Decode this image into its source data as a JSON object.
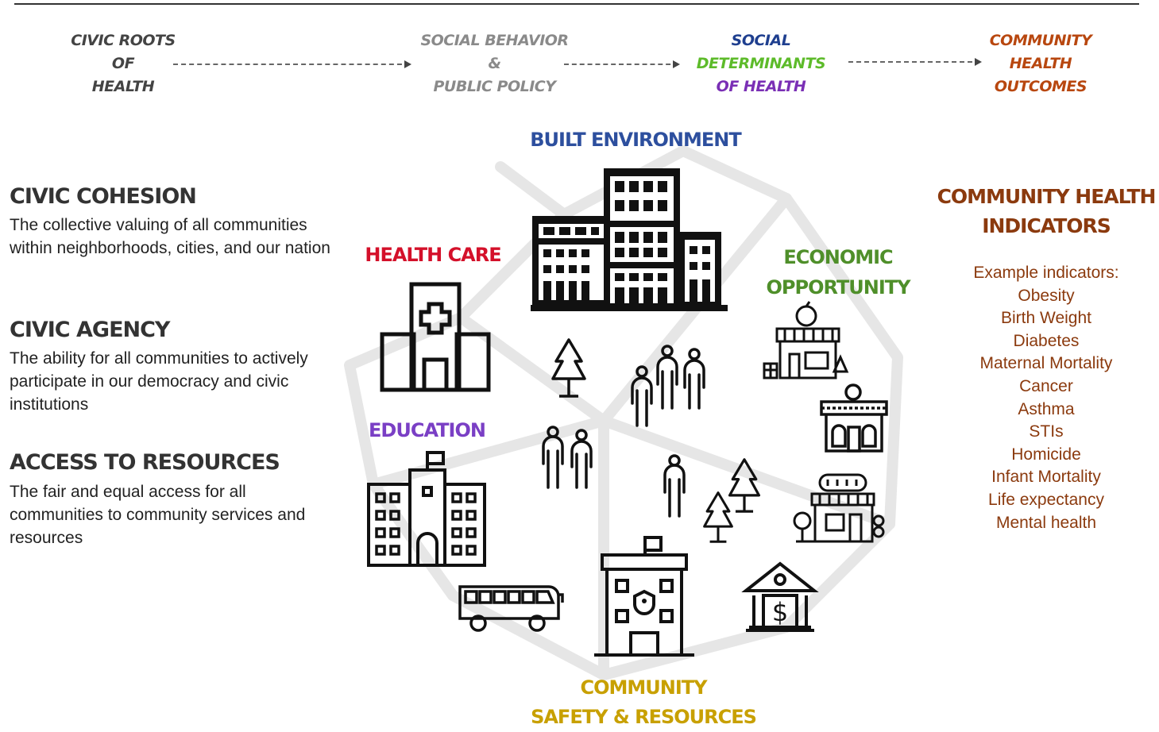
{
  "flow": {
    "civic_roots": [
      "CIVIC ROOTS",
      "OF",
      "HEALTH"
    ],
    "social_behavior": [
      "SOCIAL BEHAVIOR",
      "&",
      "PUBLIC POLICY"
    ],
    "social_determinants": [
      "SOCIAL",
      "DETERMINANTS",
      "OF HEALTH"
    ],
    "community_outcomes": [
      "COMMUNITY",
      "HEALTH",
      "OUTCOMES"
    ]
  },
  "left": {
    "civic_cohesion": {
      "title": "CIVIC COHESION",
      "desc": "The collective valuing of all communities within neighborhoods, cities, and our nation"
    },
    "civic_agency": {
      "title": "CIVIC AGENCY",
      "desc": "The ability for all communities to actively participate in our democracy and civic institutions"
    },
    "access": {
      "title": "ACCESS TO RESOURCES",
      "desc": "The fair and equal access for all communities to community services and resources"
    }
  },
  "categories": {
    "built_environment": "BUILT ENVIRONMENT",
    "health_care": "HEALTH CARE",
    "economic_opportunity": [
      "ECONOMIC",
      "OPPORTUNITY"
    ],
    "education": "EDUCATION",
    "community_safety": [
      "COMMUNITY",
      "SAFETY & RESOURCES"
    ]
  },
  "right": {
    "title": [
      "COMMUNITY HEALTH",
      "INDICATORS"
    ],
    "intro": "Example indicators:",
    "items": [
      "Obesity",
      "Birth Weight",
      "Diabetes",
      "Maternal Mortality",
      "Cancer",
      "Asthma",
      "STIs",
      "Homicide",
      "Infant Mortality",
      "Life expectancy",
      "Mental health"
    ]
  },
  "colors": {
    "civic_roots": "#444444",
    "social_behavior": "#8a8a8a",
    "social": "#1f3f8f",
    "determinants": "#5dbb2a",
    "of_health": "#7a2fb5",
    "outcomes": "#b8470f",
    "built_environment": "#2d4f9e",
    "health_care": "#d4102a",
    "economic_opportunity": "#4f8f2a",
    "education": "#7a3fc5",
    "community_safety": "#c8a000",
    "indicators": "#8b3a0e"
  }
}
